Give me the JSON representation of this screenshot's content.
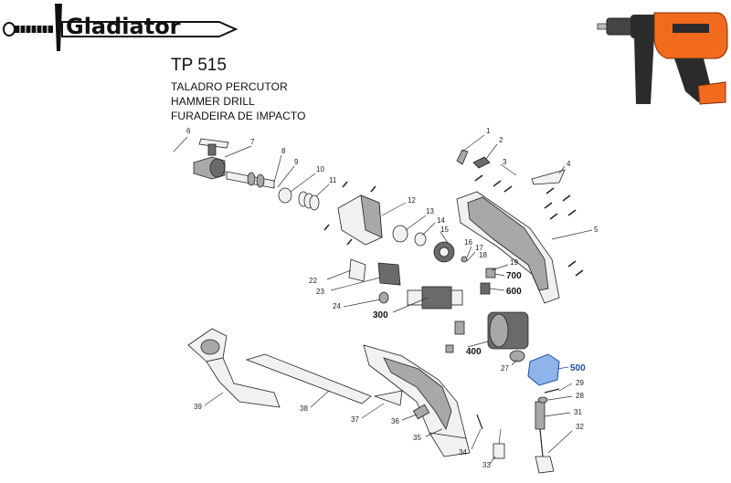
{
  "brand": {
    "name": "Gladiator"
  },
  "header": {
    "model": "TP 515",
    "names": [
      "TALADRO PERCUTOR",
      "HAMMER DRILL",
      "FURADEIRA DE IMPACTO"
    ]
  },
  "product_photo": {
    "icon": "hammer-drill-photo",
    "accent": "#f26b1d",
    "body": "#2b2b2b"
  },
  "colors": {
    "highlight": "#1f4fa0",
    "part_fill": "#f1f1f1",
    "line": "#333333"
  },
  "labels": {
    "p1": "1",
    "p2": "2",
    "p3": "3",
    "p4": "4",
    "p5": "5",
    "p6": "6",
    "p7": "7",
    "p8": "8",
    "p9": "9",
    "p10": "10",
    "p11": "11",
    "p12": "12",
    "p13": "13",
    "p14": "14",
    "p15": "15",
    "p16": "16",
    "p17": "17",
    "p18": "18",
    "p19": "19",
    "p22": "22",
    "p23": "23",
    "p24": "24",
    "p27": "27",
    "p28": "28",
    "p29": "29",
    "p31": "31",
    "p32": "32",
    "p33": "33",
    "p34": "34",
    "p35": "35",
    "p36": "36",
    "p37": "37",
    "p38": "38",
    "p39": "39",
    "g700": "700",
    "g600": "600",
    "g300": "300",
    "g400": "400",
    "g500": "500"
  }
}
